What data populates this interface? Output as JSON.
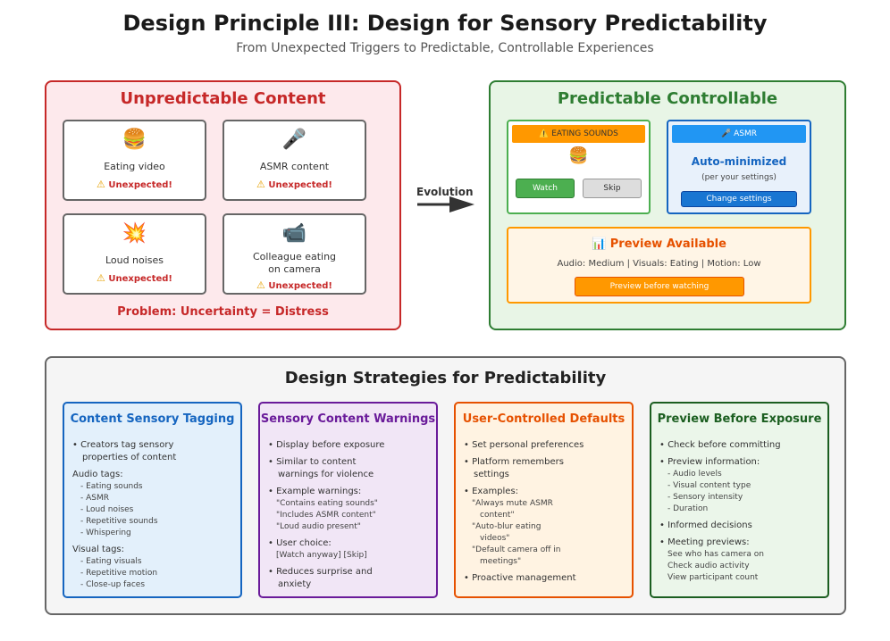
{
  "header": {
    "title": "Design Principle III: Design for Sensory Predictability",
    "subtitle": "From Unexpected Triggers to Predictable, Controllable Experiences"
  },
  "unpredictable": {
    "heading": "Unpredictable Content",
    "warning_icon": "⚠",
    "cards": [
      {
        "icon": "🍔",
        "label": "Eating video",
        "warning": "Unexpected!"
      },
      {
        "icon": "🎤",
        "label": "ASMR content",
        "warning": "Unexpected!"
      },
      {
        "icon": "💥",
        "label": "Loud noises",
        "warning": "Unexpected!"
      },
      {
        "icon": "📹",
        "label_line1": "Colleague eating",
        "label_line2": "on camera",
        "warning": "Unexpected!"
      }
    ],
    "problem": "Problem: Uncertainty = Distress"
  },
  "evolution": {
    "label": "Evolution"
  },
  "predictable": {
    "heading": "Predictable Controllable",
    "eating_card": {
      "tag": "⚠️ EATING SOUNDS",
      "icon": "🍔",
      "watch": "Watch",
      "skip": "Skip"
    },
    "asmr_card": {
      "tag": "🎤 ASMR",
      "status": "Auto-minimized",
      "note": "(per your settings)",
      "button": "Change settings"
    },
    "preview_card": {
      "title": "📊 Preview Available",
      "meta": "Audio: Medium | Visuals: Eating | Motion: Low",
      "button": "Preview before watching"
    }
  },
  "strategies": {
    "heading": "Design Strategies for Predictability",
    "cards": [
      {
        "title": "Content Sensory Tagging",
        "color": "#1565c0",
        "bg": "#e3f0fb",
        "lines": [
          {
            "t": "• Creators tag sensory",
            "c": "l"
          },
          {
            "t": "properties of content",
            "c": "l ind"
          },
          {
            "t": "Audio tags:",
            "c": "l mt"
          },
          {
            "t": "- Eating sounds",
            "c": "s ind1"
          },
          {
            "t": "- ASMR",
            "c": "s ind1"
          },
          {
            "t": "- Loud noises",
            "c": "s ind1"
          },
          {
            "t": "- Repetitive sounds",
            "c": "s ind1"
          },
          {
            "t": "- Whispering",
            "c": "s ind1"
          },
          {
            "t": "Visual tags:",
            "c": "l mt"
          },
          {
            "t": "- Eating visuals",
            "c": "s ind1"
          },
          {
            "t": "- Repetitive motion",
            "c": "s ind1"
          },
          {
            "t": "- Close-up faces",
            "c": "s ind1"
          }
        ]
      },
      {
        "title": "Sensory Content Warnings",
        "color": "#6a1b9a",
        "bg": "#f1e6f6",
        "lines": [
          {
            "t": "• Display before exposure",
            "c": "l"
          },
          {
            "t": "• Similar to content",
            "c": "l mt"
          },
          {
            "t": "warnings for violence",
            "c": "l ind"
          },
          {
            "t": "• Example warnings:",
            "c": "l mt"
          },
          {
            "t": "\"Contains eating sounds\"",
            "c": "s ind1"
          },
          {
            "t": "\"Includes ASMR content\"",
            "c": "s ind1"
          },
          {
            "t": "\"Loud audio present\"",
            "c": "s ind1"
          },
          {
            "t": "• User choice:",
            "c": "l mt"
          },
          {
            "t": "[Watch anyway] [Skip]",
            "c": "s ind1"
          },
          {
            "t": "• Reduces surprise and",
            "c": "l mt"
          },
          {
            "t": "anxiety",
            "c": "l ind"
          }
        ]
      },
      {
        "title": "User-Controlled Defaults",
        "color": "#e65100",
        "bg": "#fff3e2",
        "lines": [
          {
            "t": "• Set personal preferences",
            "c": "l"
          },
          {
            "t": "• Platform remembers",
            "c": "l mt"
          },
          {
            "t": "settings",
            "c": "l ind"
          },
          {
            "t": "• Examples:",
            "c": "l mt"
          },
          {
            "t": "\"Always mute ASMR",
            "c": "s ind1"
          },
          {
            "t": "content\"",
            "c": "s ind3"
          },
          {
            "t": "\"Auto-blur eating",
            "c": "s ind1"
          },
          {
            "t": "videos\"",
            "c": "s ind3"
          },
          {
            "t": "\"Default camera off in",
            "c": "s ind1"
          },
          {
            "t": "meetings\"",
            "c": "s ind3"
          },
          {
            "t": "• Proactive management",
            "c": "l mt"
          }
        ]
      },
      {
        "title": "Preview Before Exposure",
        "color": "#1b5e20",
        "bg": "#ebf6ea",
        "lines": [
          {
            "t": "• Check before committing",
            "c": "l"
          },
          {
            "t": "• Preview information:",
            "c": "l mt"
          },
          {
            "t": "- Audio levels",
            "c": "s ind1"
          },
          {
            "t": "- Visual content type",
            "c": "s ind1"
          },
          {
            "t": "- Sensory intensity",
            "c": "s ind1"
          },
          {
            "t": "- Duration",
            "c": "s ind1"
          },
          {
            "t": "• Informed decisions",
            "c": "l mt"
          },
          {
            "t": "• Meeting previews:",
            "c": "l mt"
          },
          {
            "t": "See who has camera on",
            "c": "s ind1"
          },
          {
            "t": "Check audio activity",
            "c": "s ind1"
          },
          {
            "t": "View participant count",
            "c": "s ind1"
          }
        ]
      }
    ]
  }
}
